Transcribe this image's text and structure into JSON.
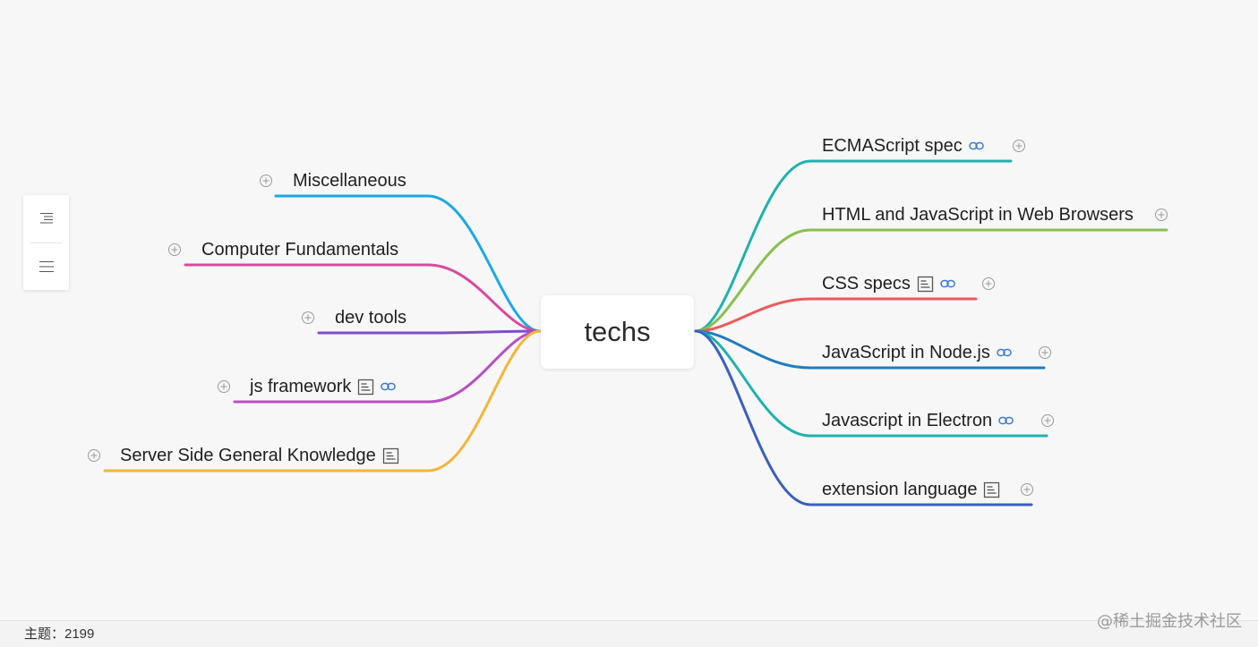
{
  "root": {
    "label": "techs"
  },
  "left_branches": [
    {
      "label": "Miscellaneous",
      "color": "#1ba8e8",
      "note": false,
      "link": false
    },
    {
      "label": "Computer Fundamentals",
      "color": "#d84a9f",
      "note": false,
      "link": false
    },
    {
      "label": "dev tools",
      "color": "#7f4fc4",
      "note": false,
      "link": false
    },
    {
      "label": "js framework",
      "color": "#b94fc4",
      "note": true,
      "link": true
    },
    {
      "label": "Server Side General Knowledge",
      "color": "#f2b63a",
      "note": true,
      "link": false
    }
  ],
  "right_branches": [
    {
      "label": "ECMAScript spec",
      "color": "#1fb2ae",
      "note": false,
      "link": true
    },
    {
      "label": "HTML and JavaScript in Web Browsers",
      "color": "#8bbf4f",
      "note": false,
      "link": false
    },
    {
      "label": "CSS specs",
      "color": "#ee5a5a",
      "note": true,
      "link": true
    },
    {
      "label": "JavaScript in Node.js",
      "color": "#1f7cc0",
      "note": false,
      "link": true
    },
    {
      "label": "Javascript in Electron",
      "color": "#1fb2ae",
      "note": false,
      "link": true
    },
    {
      "label": "extension language",
      "color": "#3a5fbf",
      "note": true,
      "link": false
    }
  ],
  "toolbar": {
    "icons": [
      "outline-list-icon",
      "menu-icon"
    ]
  },
  "status": {
    "text": "主题：2199"
  },
  "watermark": {
    "text": "@稀土掘金技术社区"
  },
  "colors": {
    "link_icon": "#3a7bd5",
    "expand_icon": "#9a9a9a",
    "note_icon": "#555555"
  }
}
